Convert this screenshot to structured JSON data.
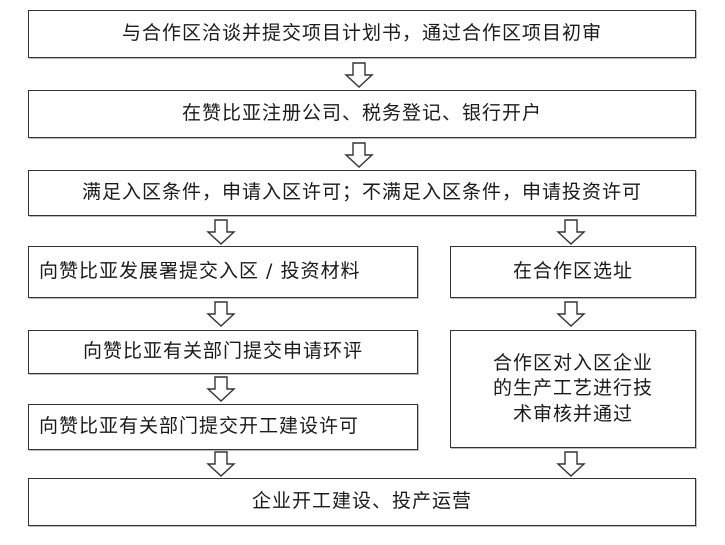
{
  "flow": {
    "step1": "与合作区洽谈并提交项目计划书，通过合作区项目初审",
    "step2": "在赞比亚注册公司、税务登记、银行开户",
    "step3": "满足入区条件，申请入区许可；不满足入区条件，申请投资许可",
    "left": {
      "a": "向赞比亚发展署提交入区 / 投资材料",
      "b": "向赞比亚有关部门提交申请环评",
      "c": "向赞比亚有关部门提交开工建设许可"
    },
    "right": {
      "a": "在合作区选址",
      "b_lines": [
        "合作区对入区企业",
        "的生产工艺进行技",
        "术审核并通过"
      ]
    },
    "final": "企业开工建设、投产运营"
  },
  "arrow_icon": "hollow-down-arrow-icon"
}
